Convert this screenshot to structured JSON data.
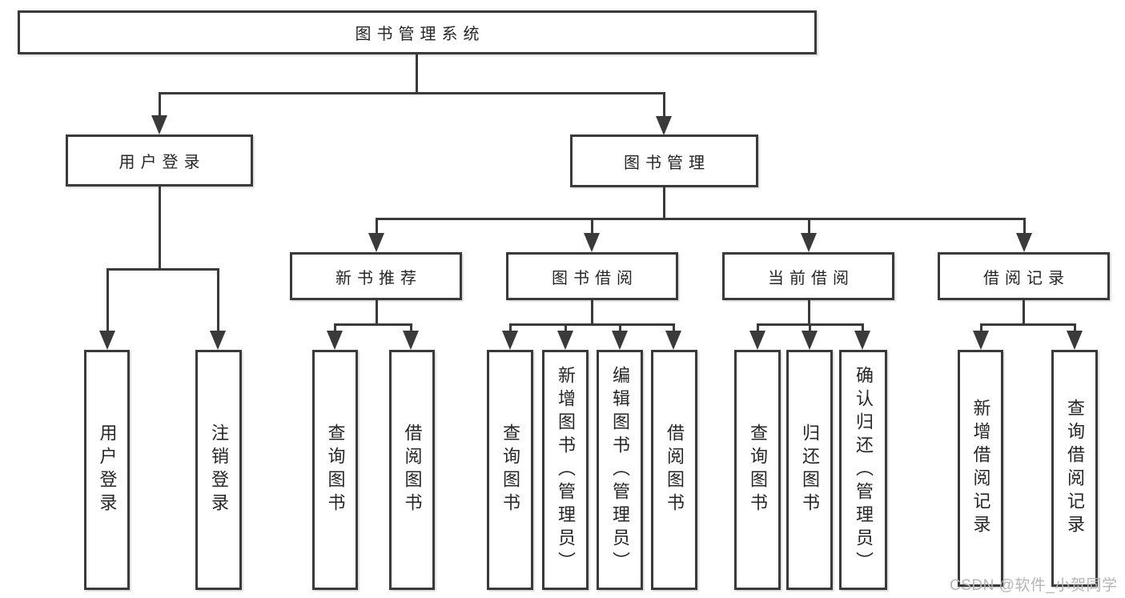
{
  "diagram": {
    "root": "图书管理系统",
    "branches": {
      "user_login": {
        "label": "用户登录",
        "children": [
          "用户登录",
          "注销登录"
        ]
      },
      "book_management": {
        "label": "图书管理",
        "sections": [
          {
            "label": "新书推荐",
            "children": [
              "查询图书",
              "借阅图书"
            ]
          },
          {
            "label": "图书借阅",
            "children": [
              "查询图书",
              "新增图书（管理员）",
              "编辑图书（管理员）",
              "借阅图书"
            ]
          },
          {
            "label": "当前借阅",
            "children": [
              "查询图书",
              "归还图书",
              "确认归还（管理员）"
            ]
          },
          {
            "label": "借阅记录",
            "children": [
              "新增借阅记录",
              "查询借阅记录"
            ]
          }
        ]
      }
    }
  },
  "watermark": "CSDN @软件_小贺同学",
  "colors": {
    "line": "#3a3a3a",
    "text": "#262626",
    "watermark": "#b5b5b5",
    "background": "#ffffff"
  }
}
